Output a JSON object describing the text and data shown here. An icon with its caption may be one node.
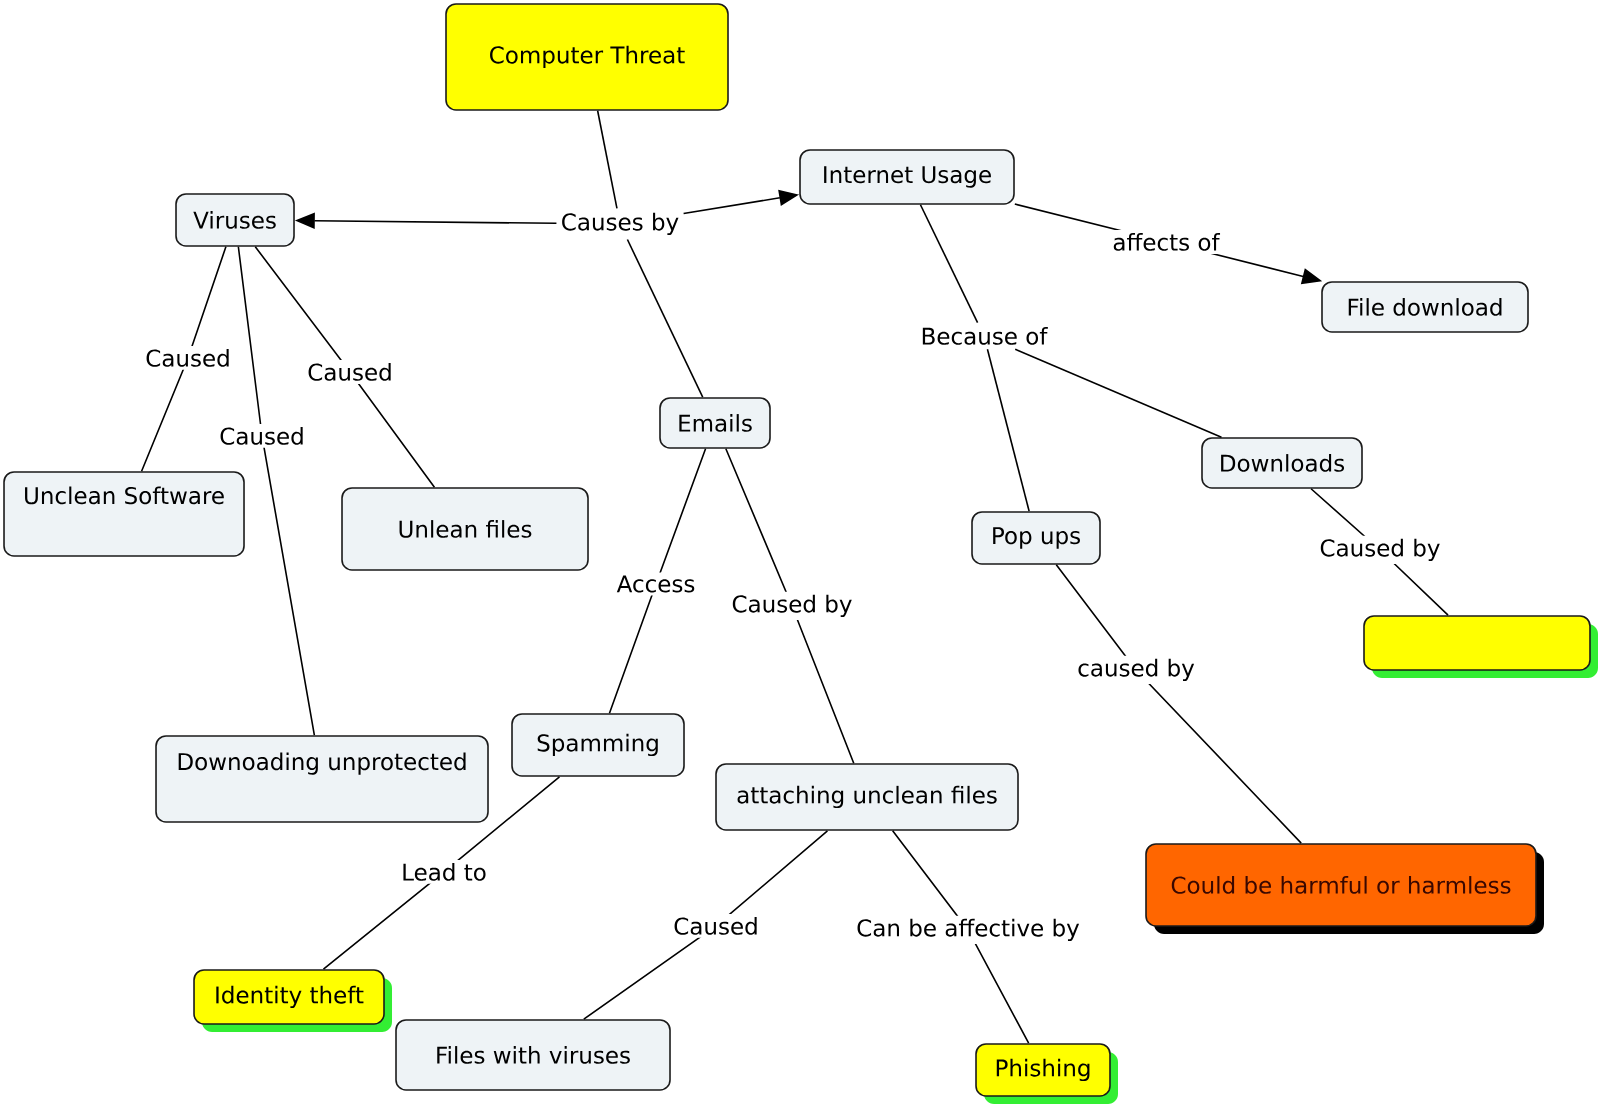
{
  "diagram": {
    "nodes": [
      {
        "text": [
          "Computer Threat"
        ]
      },
      {
        "text": [
          "Viruses"
        ]
      },
      {
        "text": [
          "Causes by"
        ]
      },
      {
        "text": [
          "Internet Usage"
        ]
      },
      {
        "text": [
          "File download"
        ]
      },
      {
        "text": [
          "Because of"
        ]
      },
      {
        "text": [
          "Emails"
        ]
      },
      {
        "text": [
          "Downloads"
        ]
      },
      {
        "text": [
          "Unclean Software"
        ]
      },
      {
        "text": [
          "Unlean files"
        ]
      },
      {
        "text": [
          "Pop ups"
        ]
      },
      {
        "text": [],
        "shape": "box"
      },
      {
        "text": [
          "Downoading unprotected"
        ]
      },
      {
        "text": [
          "Spamming"
        ]
      },
      {
        "text": [
          "attaching unclean files"
        ]
      },
      {
        "text": [
          "Could be harmful or harmless"
        ]
      },
      {
        "text": [
          "Identity theft"
        ]
      },
      {
        "text": [
          "Files with viruses"
        ]
      },
      {
        "text": [
          "Phishing"
        ]
      }
    ],
    "edges": [
      {
        "from": 0,
        "to": 2,
        "arrow": "none"
      },
      {
        "from": 2,
        "to": 1,
        "arrow": "to"
      },
      {
        "from": 2,
        "to": 3,
        "arrow": "to"
      },
      {
        "from": 2,
        "to": 6,
        "arrow": "none"
      },
      {
        "from": 3,
        "to": 4,
        "arrow": "to",
        "label": "affects of"
      },
      {
        "from": 3,
        "to": 5,
        "arrow": "none"
      },
      {
        "from": 5,
        "to": 10,
        "arrow": "none"
      },
      {
        "from": 5,
        "to": 7,
        "arrow": "none"
      },
      {
        "from": 1,
        "to": 8,
        "arrow": "none",
        "label": "Caused"
      },
      {
        "from": 1,
        "to": 12,
        "arrow": "none",
        "label": "Caused"
      },
      {
        "from": 1,
        "to": 9,
        "arrow": "none",
        "label": "Caused"
      },
      {
        "from": 6,
        "to": 13,
        "arrow": "none",
        "label": "Access"
      },
      {
        "from": 6,
        "to": 14,
        "arrow": "none",
        "label": "Caused by"
      },
      {
        "from": 7,
        "to": 11,
        "arrow": "none",
        "label": "Caused by"
      },
      {
        "from": 10,
        "to": 15,
        "arrow": "none",
        "label": "caused by"
      },
      {
        "from": 13,
        "to": 16,
        "arrow": "none",
        "label": "Lead to"
      },
      {
        "from": 14,
        "to": 17,
        "arrow": "none",
        "label": "Caused"
      },
      {
        "from": 14,
        "to": 18,
        "arrow": "none",
        "label": "Can be affective by"
      }
    ]
  }
}
